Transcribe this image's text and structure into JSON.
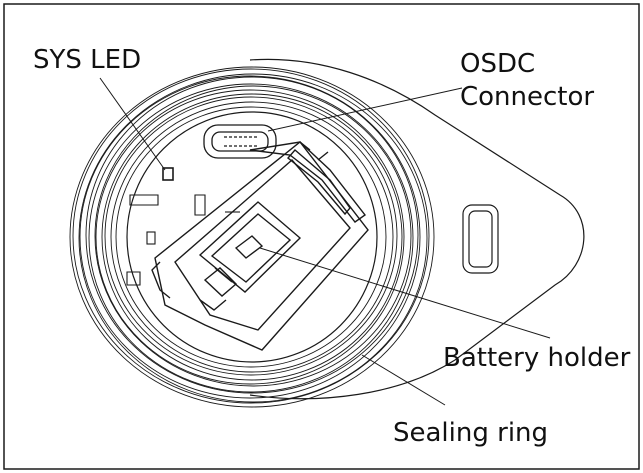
{
  "labels": {
    "sys_led": "SYS LED",
    "osdc_line1": "OSDC",
    "osdc_line2": "Connector",
    "battery_holder": "Battery holder",
    "sealing_ring": "Sealing ring"
  },
  "colors": {
    "line": "#1a1a1a",
    "background": "#ffffff"
  }
}
